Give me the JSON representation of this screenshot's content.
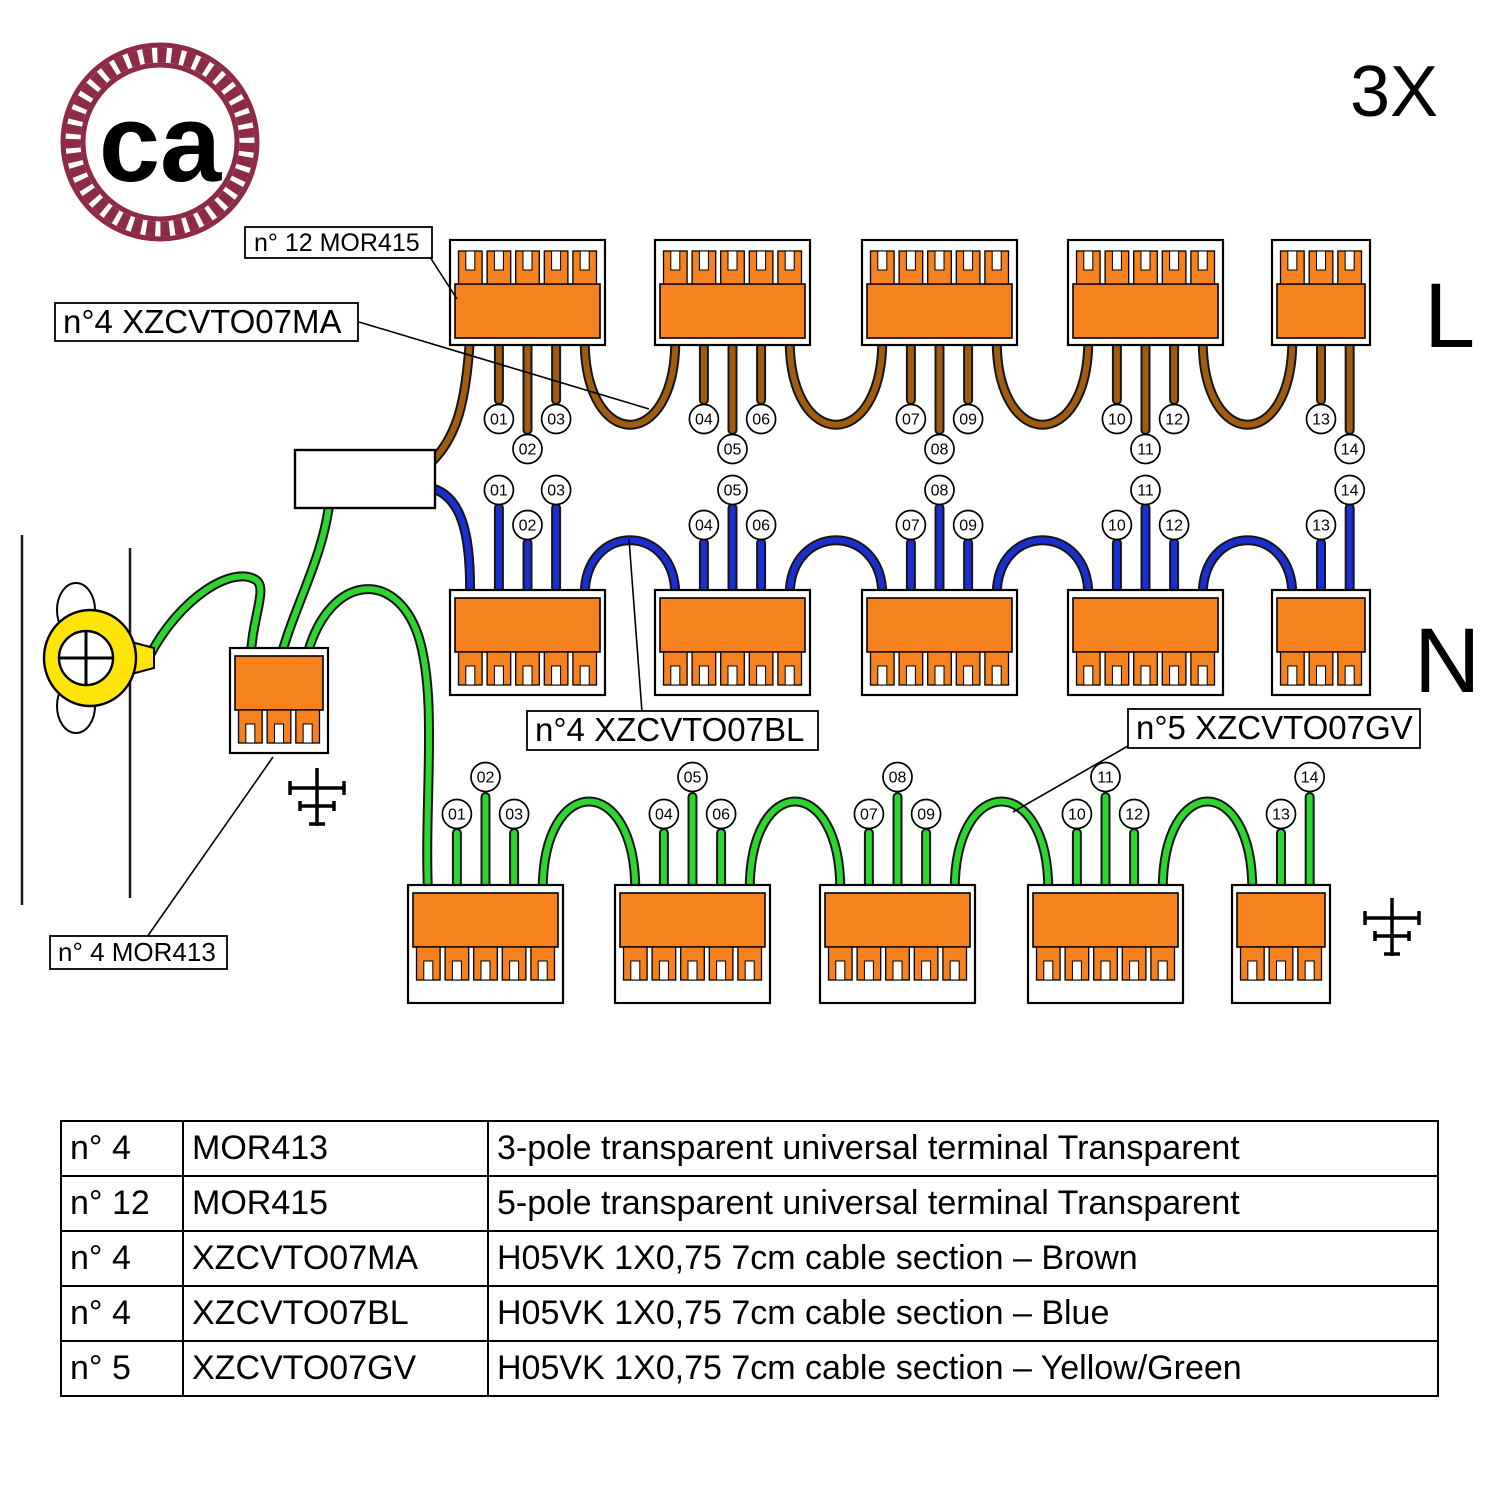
{
  "brand": {
    "logo_text": "ca"
  },
  "multiplier_label": "3X",
  "colors": {
    "terminal_orange": "#f5821f",
    "earth_yellow": "#ffe40a",
    "logo_ring": "#8d2a45",
    "logo_text_color": "#8c8c8c"
  },
  "callouts": [
    {
      "text": "n° 12  MOR415"
    },
    {
      "text": "n°4 XZCVTO07MA"
    },
    {
      "text": "n°4 XZCVTO07BL"
    },
    {
      "text": "n°5 XZCVTO07GV"
    },
    {
      "text": "n° 4  MOR413"
    }
  ],
  "wiring_rows": [
    {
      "bus": "L",
      "color_name": "brown",
      "color": "#a15c12",
      "stub_labels": [
        "01",
        "02",
        "03",
        "04",
        "05",
        "06",
        "07",
        "08",
        "09",
        "10",
        "11",
        "12",
        "13",
        "14"
      ]
    },
    {
      "bus": "N",
      "color_name": "blue",
      "color": "#1b2fd0",
      "stub_labels": [
        "01",
        "02",
        "03",
        "04",
        "05",
        "06",
        "07",
        "08",
        "09",
        "10",
        "11",
        "12",
        "13",
        "14"
      ]
    },
    {
      "bus": "",
      "color_name": "green",
      "color": "#2fd52f",
      "stub_labels": [
        "01",
        "02",
        "03",
        "04",
        "05",
        "06",
        "07",
        "08",
        "09",
        "10",
        "11",
        "12",
        "13",
        "14"
      ]
    }
  ],
  "table": {
    "rows": [
      {
        "qty": "n° 4",
        "code": "MOR413",
        "desc": "3-pole transparent universal terminal Transparent"
      },
      {
        "qty": "n° 12",
        "code": "MOR415",
        "desc": "5-pole transparent universal terminal Transparent"
      },
      {
        "qty": "n° 4",
        "code": "XZCVTO07MA",
        "desc": "H05VK 1X0,75 7cm cable section – Brown"
      },
      {
        "qty": "n° 4",
        "code": "XZCVTO07BL",
        "desc": "H05VK 1X0,75 7cm cable section – Blue"
      },
      {
        "qty": "n° 5",
        "code": "XZCVTO07GV",
        "desc": "H05VK 1X0,75 7cm cable section – Yellow/Green"
      }
    ]
  }
}
